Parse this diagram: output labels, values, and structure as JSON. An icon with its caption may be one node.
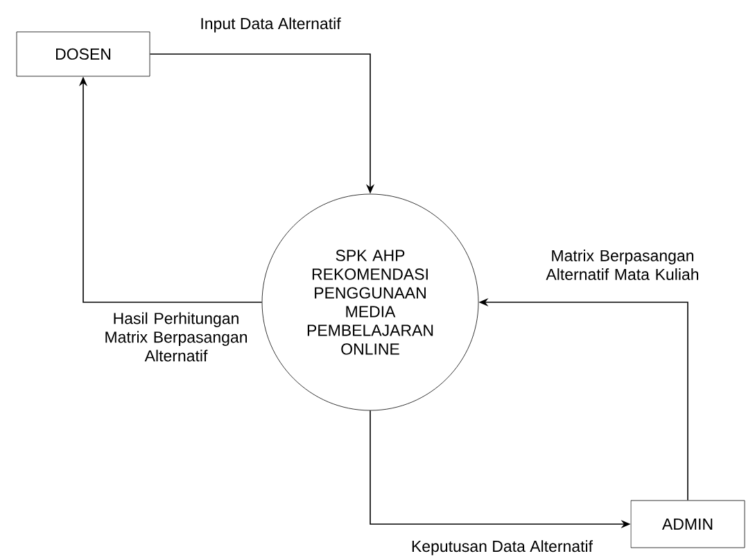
{
  "diagram": {
    "nodes": [
      {
        "text": [
          "DOSEN"
        ]
      },
      {
        "text": [
          "SPK AHP REKOMENDASI PENGGUNAAN MEDIA PEMBELAJARAN ONLINE"
        ]
      },
      {
        "text": [
          "ADMIN"
        ]
      }
    ],
    "edges": [
      {
        "from": 0,
        "to": 1,
        "arrow": "to",
        "label": "Input Data Alternatif"
      },
      {
        "from": 1,
        "to": 0,
        "arrow": "to",
        "label": "Hasil Perhitungan Matrix Berpasangan Alternatif"
      },
      {
        "from": 2,
        "to": 1,
        "arrow": "to",
        "label": "Matrix Berpasangan Alternatif Mata Kuliah"
      },
      {
        "from": 1,
        "to": 2,
        "arrow": "to",
        "label": "Keputusan Data Alternatif"
      }
    ]
  }
}
